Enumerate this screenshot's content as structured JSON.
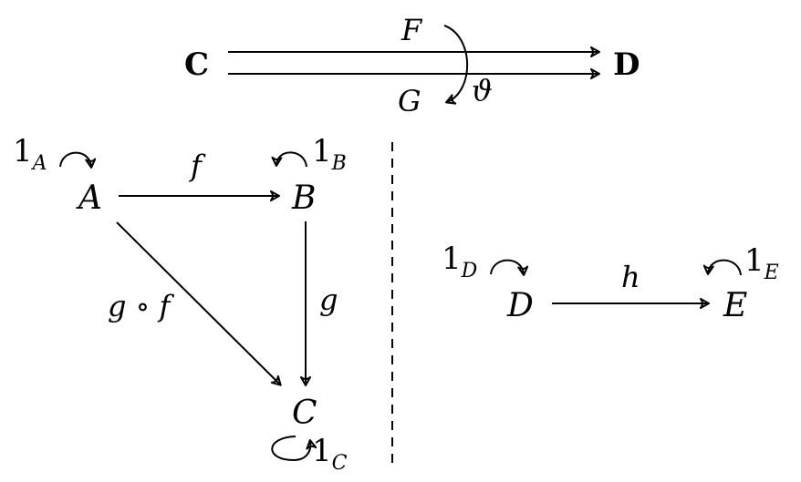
{
  "top": {
    "source": "C",
    "target": "D",
    "functor_upper": "F",
    "functor_lower": "G",
    "natural_transformation": "ϑ"
  },
  "left": {
    "objects": {
      "a": "A",
      "b": "B",
      "c": "C"
    },
    "morphisms": {
      "f": "f",
      "g": "g",
      "composite": "g ∘ f"
    },
    "identities": {
      "a": {
        "base": "1",
        "sub": "A"
      },
      "b": {
        "base": "1",
        "sub": "B"
      },
      "c": {
        "base": "1",
        "sub": "C"
      }
    }
  },
  "right": {
    "objects": {
      "d": "D",
      "e": "E"
    },
    "morphisms": {
      "h": "h"
    },
    "identities": {
      "d": {
        "base": "1",
        "sub": "D"
      },
      "e": {
        "base": "1",
        "sub": "E"
      }
    }
  }
}
